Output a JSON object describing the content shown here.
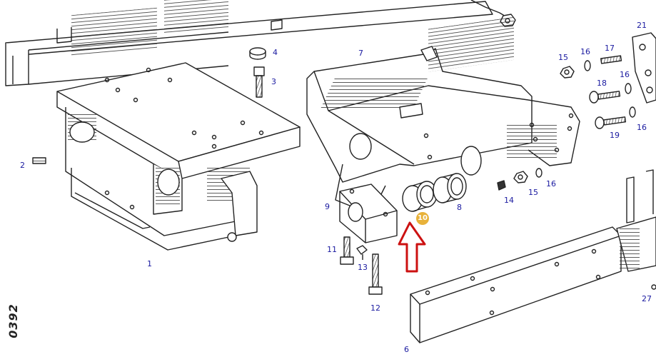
{
  "diagram": {
    "code": "0392",
    "highlight": {
      "label": "10",
      "badge_color": "#e8b23a",
      "arrow_color": "#cc1111"
    },
    "label_color": "#1a1aa0",
    "parts": [
      {
        "id": "p1",
        "label": "1"
      },
      {
        "id": "p2",
        "label": "2"
      },
      {
        "id": "p3",
        "label": "3"
      },
      {
        "id": "p4",
        "label": "4"
      },
      {
        "id": "p6",
        "label": "6"
      },
      {
        "id": "p7",
        "label": "7"
      },
      {
        "id": "p8",
        "label": "8"
      },
      {
        "id": "p9",
        "label": "9"
      },
      {
        "id": "p11",
        "label": "11"
      },
      {
        "id": "p12",
        "label": "12"
      },
      {
        "id": "p13",
        "label": "13"
      },
      {
        "id": "p14",
        "label": "14"
      },
      {
        "id": "p15a",
        "label": "15"
      },
      {
        "id": "p15b",
        "label": "15"
      },
      {
        "id": "p16a",
        "label": "16"
      },
      {
        "id": "p16b",
        "label": "16"
      },
      {
        "id": "p16c",
        "label": "16"
      },
      {
        "id": "p16d",
        "label": "16"
      },
      {
        "id": "p17",
        "label": "17"
      },
      {
        "id": "p18",
        "label": "18"
      },
      {
        "id": "p19",
        "label": "19"
      },
      {
        "id": "p21",
        "label": "21"
      },
      {
        "id": "p27",
        "label": "27"
      }
    ]
  }
}
